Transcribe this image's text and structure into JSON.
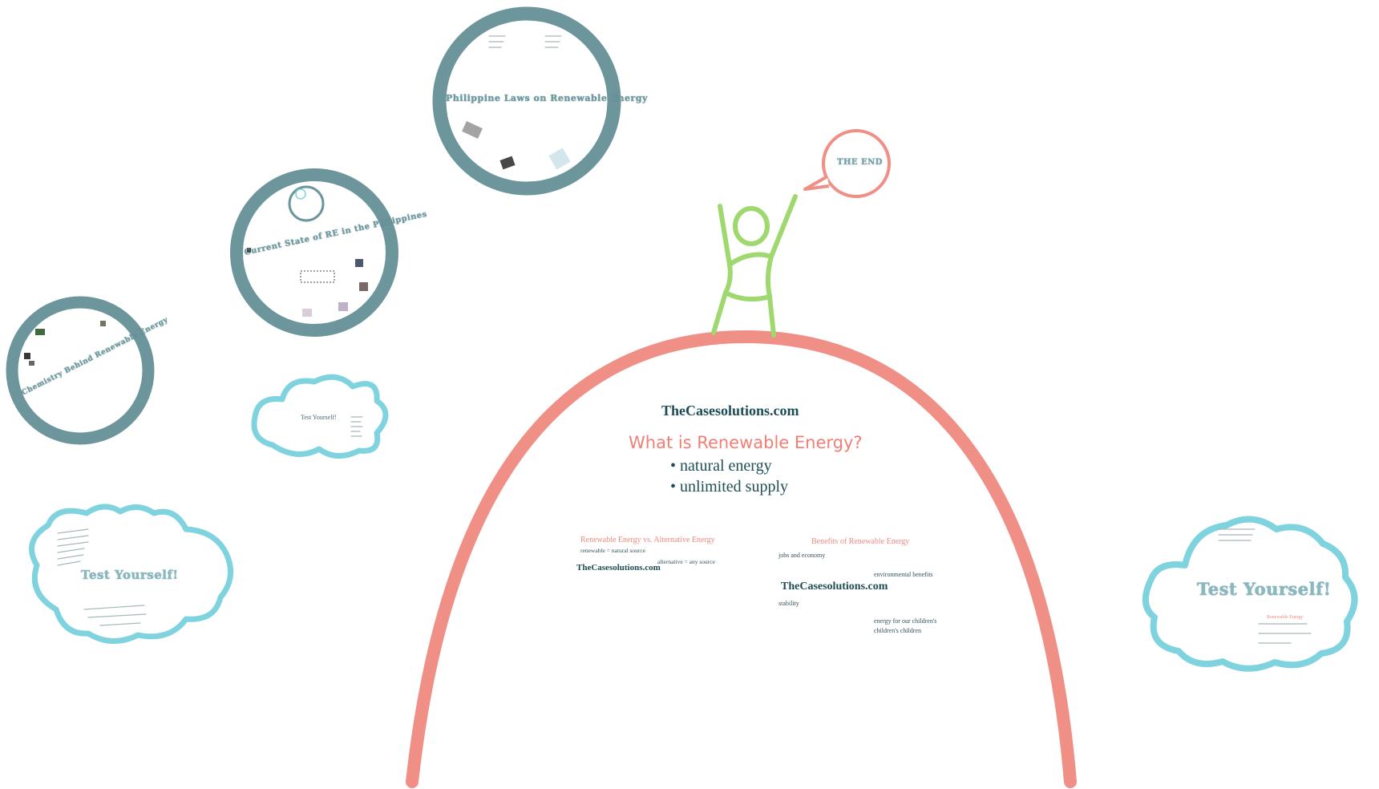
{
  "colors": {
    "arch": "#ef8f86",
    "frame_ring": "#6d969c",
    "cloud": "#7fd3df",
    "figure": "#9ed86f",
    "bubble": "#ef8f86",
    "heading": "#f07f74",
    "text": "#1f4f56"
  },
  "frames": {
    "philippine_laws": {
      "title": "Philippine Laws on Renewable Energy"
    },
    "current_state": {
      "title": "Current State of RE in the Philippines"
    },
    "chemistry": {
      "title": "Chemistry Behind Renewable Energy"
    }
  },
  "clouds": {
    "small": {
      "title": "Test Yourself!"
    },
    "left": {
      "title": "Test Yourself!"
    },
    "right": {
      "title": "Test Yourself!",
      "subtitle": "Renewable Energy"
    }
  },
  "speech_bubble": {
    "text": "THE END"
  },
  "main": {
    "brand": "TheCasesolutions.com",
    "heading": "What is Renewable Energy?",
    "bullets": [
      "natural energy",
      "unlimited supply"
    ]
  },
  "section_left": {
    "heading": "Renewable Energy vs. Alternative Energy",
    "line1": "renewable = natural source",
    "line2": "alternative = any source",
    "brand": "TheCasesolutions.com"
  },
  "section_right": {
    "heading": "Benefits of Renewable Energy",
    "item1": "jobs and economy",
    "item2": "environmental benefits",
    "brand": "TheCasesolutions.com",
    "item3": "stability",
    "item4a": "energy for our children's",
    "item4b": "children's children"
  }
}
